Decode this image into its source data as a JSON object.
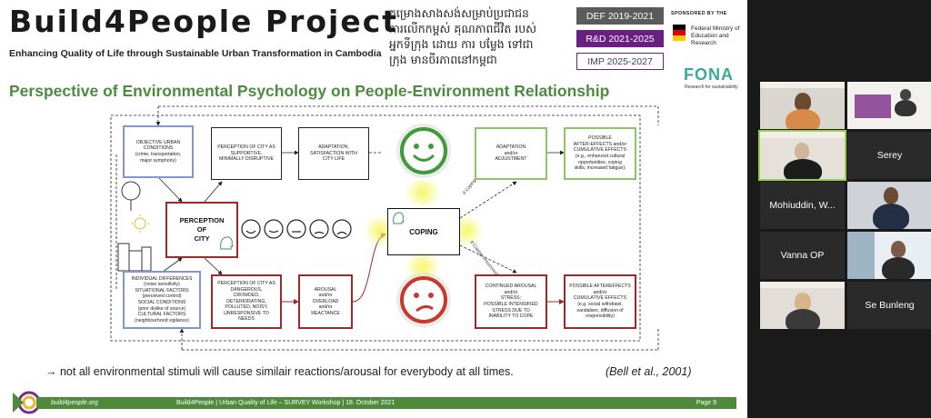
{
  "slide": {
    "title": "Build4People Project",
    "subtitle": "Enhancing Quality of Life through Sustainable Urban Transformation in Cambodia",
    "khmer_lines": [
      "គម្រោងសាងសង់សម្រាប់ប្រជាជន",
      "ការលើកកម្ពស់ គុណភាពជីវិត របស់",
      "អ្នកទីក្រុង ដោយ ការ បម្លែង ទៅជា",
      "ក្រុង មានចីរភាពនៅកម្ពុជា"
    ],
    "phases": [
      {
        "label": "DEF 2019-2021",
        "color": "#5b5b5b"
      },
      {
        "label": "R&D 2021-2025",
        "color": "#6a1f82"
      },
      {
        "label": "IMP 2025-2027",
        "color": "#ffffff"
      }
    ],
    "sponsor_label": "SPONSORED BY THE",
    "ministry": "Federal Ministry of Education and Research",
    "fona": "FONA",
    "fona_sub": "Research for sustainability",
    "heading": "Perspective of Environmental Psychology on People-Environment Relationship",
    "boxes": {
      "objective": "OBJECTIVE URBAN\nCONDITIONS\n(crime, transportation,\nmajor symphony)",
      "individual": "INDIVIDUAL DIFFERENCES\n(noise sensitivity)\nSITUATIONAL FACTORS\n(perceived control)\nSOCIAL CONDITIONS\n(prior dislike of source)\nCULTURAL FACTORS\n(neighbourhood vigilance)",
      "supportive": "PERCEPTION OF CITY AS\nSUPPORTIVE,\nMINIMALLY DISRUPTIVE",
      "adaptation_sat": "ADAPTATION,\nSATISFACTION WITH\nCITY LIFE",
      "perception": "PERCEPTION\nOF\nCITY",
      "dangerous": "PERCEPTION OF CITY AS\nDANGEROUS,\nCROWDED,\nDETERIORATING,\nPOLLUTED, NOISY,\nUNRESPONSIVE TO\nNEEDS",
      "arousal": "AROUSAL\nand/or\nOVERLOAD\nand/or\nREACTANCE",
      "coping": "COPING",
      "adaptation_adj": "ADAPTATION\nand/or\nADJUSTMENT",
      "possible_after": "POSSIBLE\nAFTER-EFFECTS and/or\nCUMULATIVE EFFECTS\n(e.g., enhanced cultural\nopportunities, coping\nskills, increased fatigue);",
      "continued": "CONTINUED AROUSAL\nand/or\nSTRESS;\nPOSSIBLE INTENSIFIED\nSTRESS DUE TO\nINABILITY TO COPE",
      "possible_after2": "POSSIBLE AFTEREFFECTS\nand/or\nCUMULATIVE EFFECTS\n(e.g. social withdrawl,\nvandalism, diffusion of\nresponsibility)"
    },
    "coping_success": "If Coping Successful",
    "coping_fail": "If Coping Unsuccessful",
    "bottom_note": "→ not all environmental stimuli will cause similair reactions/arousal for everybody at all times.",
    "citation": "(Bell et al., 2001)",
    "footer": {
      "url": "build4people.org",
      "mid": "Build4People | Urban Quality of Life – SURVEY Workshop | 18. October 2021",
      "page": "Page 9"
    }
  },
  "participants": [
    {
      "name": "",
      "video": true
    },
    {
      "name": "",
      "video": true
    },
    {
      "name": "Serey",
      "video": false
    },
    {
      "name": "",
      "video": true,
      "active": true
    },
    {
      "name": "Mohiuddin, W...",
      "video": false
    },
    {
      "name": "",
      "video": true
    },
    {
      "name": "Vanna OP",
      "video": false
    },
    {
      "name": "",
      "video": true
    },
    {
      "name": "",
      "video": true
    },
    {
      "name": "Se Bunleng",
      "video": false
    }
  ],
  "colors": {
    "accent_green": "#4f8a3c",
    "heading_green": "#4c8c3e",
    "box_red": "#9c2a2a",
    "box_blue": "#7f98cf",
    "box_green": "#8fc46a"
  }
}
